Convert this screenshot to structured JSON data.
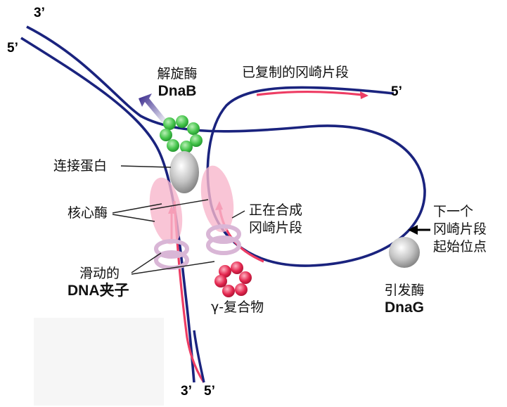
{
  "strand_ends": {
    "top_left_3": "3’",
    "top_left_5": "5’",
    "lagging_5": "5’",
    "bottom_3": "3’",
    "bottom_5": "5’"
  },
  "labels": {
    "helicase_cn": "解旋酶",
    "helicase_en": "DnaB",
    "replicated_okazaki": "已复制的冈崎片段",
    "connector_protein": "连接蛋白",
    "core_enzyme": "核心酶",
    "synthesizing_line1": "正在合成",
    "synthesizing_line2": "冈崎片段",
    "next_okazaki_line1": "下一个",
    "next_okazaki_line2": "冈崎片段",
    "next_okazaki_line3": "起始位点",
    "sliding_clamp_line1": "滑动的",
    "sliding_clamp_line2": "DNA夹子",
    "gamma_complex": "γ-复合物",
    "primase_cn": "引发酶",
    "primase_en": "DnaG"
  },
  "colors": {
    "dna_strand": "#1a237e",
    "new_strand": "#ee3d64",
    "helicase": "#3fbf4a",
    "gamma_complex": "#e2214a",
    "core_enzyme": "#f7b6cc",
    "protein_gray": "#9e9e9e",
    "arrow": "#4a3c9c"
  }
}
